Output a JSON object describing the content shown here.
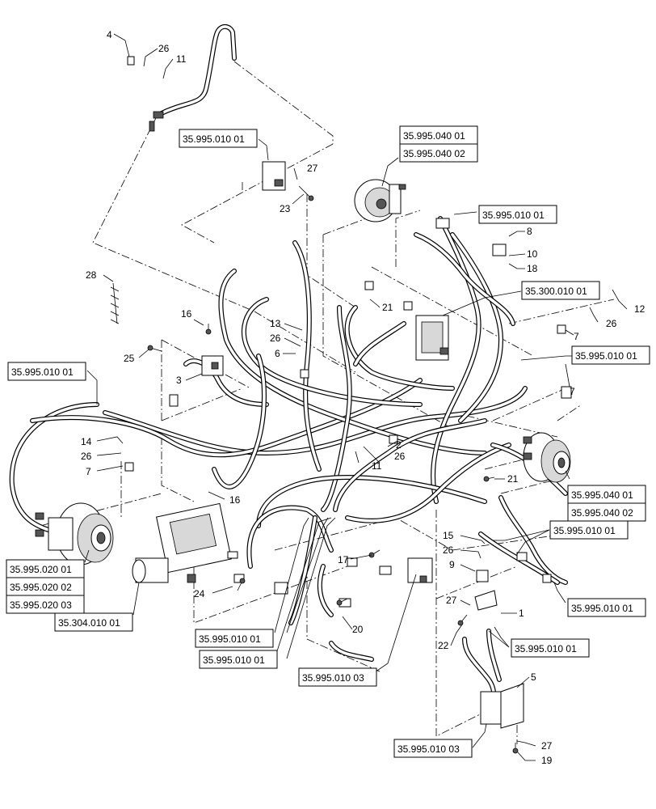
{
  "part_numbers": [
    "1",
    "2",
    "3",
    "4",
    "5",
    "6",
    "7",
    "7",
    "7",
    "8",
    "9",
    "10",
    "11",
    "11",
    "12",
    "13",
    "14",
    "15",
    "16",
    "16",
    "17",
    "18",
    "19",
    "20",
    "21",
    "21",
    "22",
    "23",
    "24",
    "25",
    "26",
    "26",
    "26",
    "26",
    "26",
    "26",
    "27",
    "27",
    "27",
    "28"
  ],
  "reference_boxes": [
    "35.995.010 01",
    "35.995.040 01",
    "35.995.040 02",
    "35.995.010 01",
    "35.300.010 01",
    "35.995.010 01",
    "35.995.010 01",
    "35.995.040 01",
    "35.995.040 02",
    "35.995.010 01",
    "35.995.020 01",
    "35.995.020 02",
    "35.995.020 03",
    "35.304.010 01",
    "35.995.010 01",
    "35.995.010 01",
    "35.995.010 01",
    "35.995.010 01",
    "35.995.010 03",
    "35.995.010 03"
  ]
}
